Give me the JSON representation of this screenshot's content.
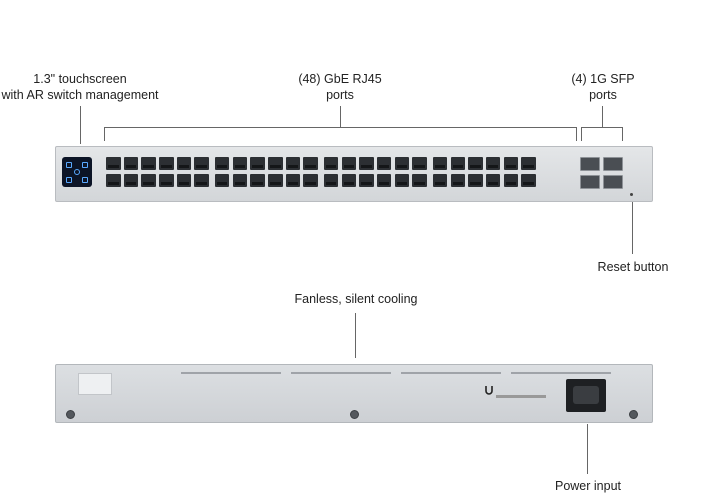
{
  "labels": {
    "touchscreen": [
      "1.3\" touchscreen",
      "with AR switch management"
    ],
    "rj45": [
      "(48) GbE RJ45",
      "ports"
    ],
    "sfp": [
      "(4) 1G SFP",
      "ports"
    ],
    "reset": "Reset button",
    "cooling": "Fanless, silent cooling",
    "power": "Power input"
  },
  "colors": {
    "line": "#666666",
    "chassis": "#d9dcdf",
    "port": "#2c2f33",
    "screen": "#0c1426"
  }
}
